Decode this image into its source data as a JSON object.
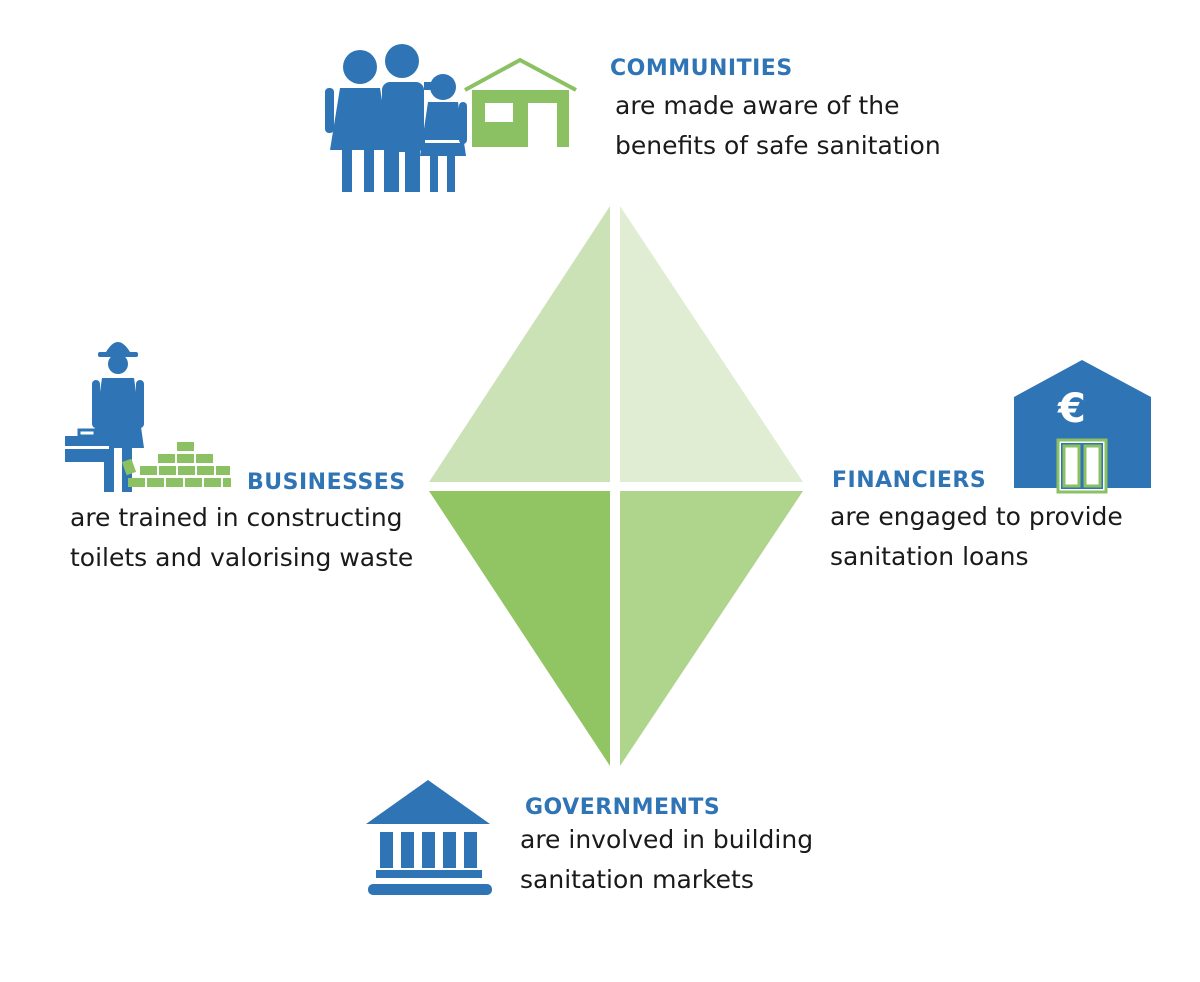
{
  "colors": {
    "blue": "#2f74b5",
    "green": "#8cc163",
    "diamond_top_left": "#cbe2b7",
    "diamond_top_right": "#e0edd3",
    "diamond_bottom_left": "#91c462",
    "diamond_bottom_right": "#afd48c"
  },
  "communities": {
    "heading": "COMMUNITIES",
    "line1": "are made aware of the",
    "line2": "benefits of safe sanitation",
    "icon": "family-house-icon"
  },
  "businesses": {
    "heading": "BUSINESSES",
    "line1": "are trained in constructing",
    "line2": "toilets and valorising waste",
    "icon": "worker-bricks-icon"
  },
  "financiers": {
    "heading": "FINANCIERS",
    "line1": "are engaged to provide",
    "line2": "sanitation loans",
    "icon": "euro-bank-icon",
    "euro_symbol": "€"
  },
  "governments": {
    "heading": "GOVERNMENTS",
    "line1": "are involved in building",
    "line2": "sanitation markets",
    "icon": "government-building-icon"
  }
}
